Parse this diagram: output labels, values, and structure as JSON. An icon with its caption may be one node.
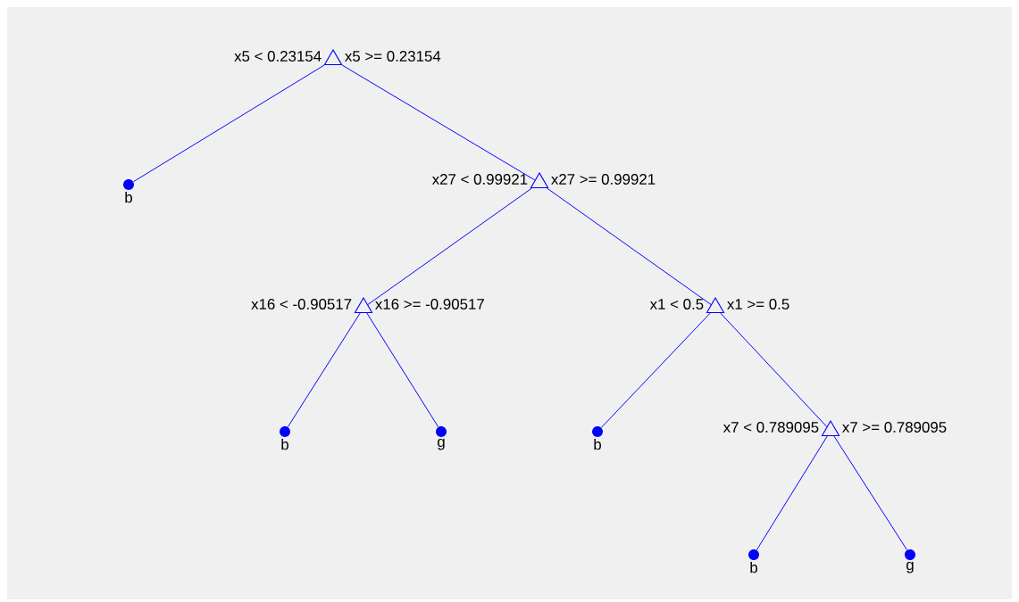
{
  "diagram": {
    "nodes": [
      {
        "text": [],
        "shape": "triangle",
        "beside": [
          "x5 < 0.23154",
          "x5 >= 0.23154"
        ]
      },
      {
        "text": [],
        "shape": "circle",
        "beside": [
          "b"
        ]
      },
      {
        "text": [],
        "shape": "triangle",
        "beside": [
          "x27 < 0.99921",
          "x27 >= 0.99921"
        ]
      },
      {
        "text": [],
        "shape": "triangle",
        "beside": [
          "x16 < -0.90517",
          "x16 >= -0.90517"
        ]
      },
      {
        "text": [],
        "shape": "triangle",
        "beside": [
          "x1 < 0.5",
          "x1 >= 0.5"
        ]
      },
      {
        "text": [],
        "shape": "circle",
        "beside": [
          "b"
        ]
      },
      {
        "text": [],
        "shape": "circle",
        "beside": [
          "g"
        ]
      },
      {
        "text": [],
        "shape": "circle",
        "beside": [
          "b"
        ]
      },
      {
        "text": [],
        "shape": "triangle",
        "beside": [
          "x7 < 0.789095",
          "x7 >= 0.789095"
        ]
      },
      {
        "text": [],
        "shape": "circle",
        "beside": [
          "b"
        ]
      },
      {
        "text": [],
        "shape": "circle",
        "beside": [
          "g"
        ]
      }
    ],
    "edges": [
      {
        "from": 0,
        "to": 1,
        "arrow": "none"
      },
      {
        "from": 0,
        "to": 2,
        "arrow": "none"
      },
      {
        "from": 2,
        "to": 3,
        "arrow": "none"
      },
      {
        "from": 2,
        "to": 4,
        "arrow": "none"
      },
      {
        "from": 3,
        "to": 5,
        "arrow": "none"
      },
      {
        "from": 3,
        "to": 6,
        "arrow": "none"
      },
      {
        "from": 4,
        "to": 7,
        "arrow": "none"
      },
      {
        "from": 4,
        "to": 8,
        "arrow": "none"
      },
      {
        "from": 8,
        "to": 9,
        "arrow": "none"
      },
      {
        "from": 8,
        "to": 10,
        "arrow": "none"
      }
    ]
  }
}
